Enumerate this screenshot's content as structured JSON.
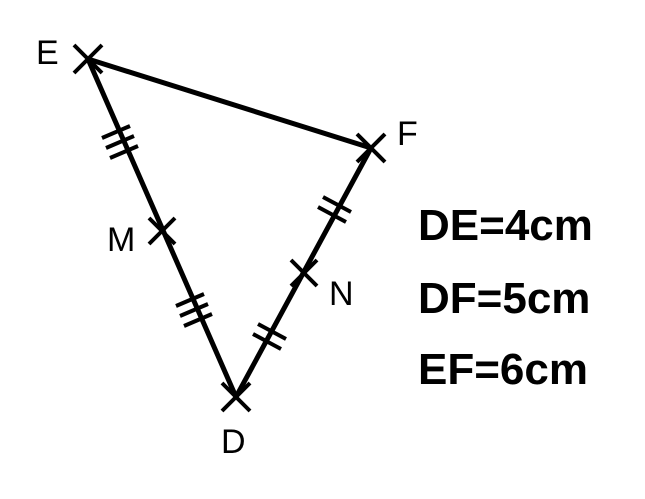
{
  "diagram": {
    "points": {
      "E": "E",
      "F": "F",
      "D": "D",
      "M": "M",
      "N": "N"
    },
    "measurements": {
      "de": "DE=4cm",
      "df": "DF=5cm",
      "ef": "EF=6cm"
    },
    "segments": [
      {
        "from": "E",
        "to": "F",
        "tick_marks": 0
      },
      {
        "from": "E",
        "to": "M",
        "tick_marks": 3
      },
      {
        "from": "M",
        "to": "D",
        "tick_marks": 3
      },
      {
        "from": "F",
        "to": "N",
        "tick_marks": 2
      },
      {
        "from": "N",
        "to": "D",
        "tick_marks": 2
      }
    ]
  }
}
